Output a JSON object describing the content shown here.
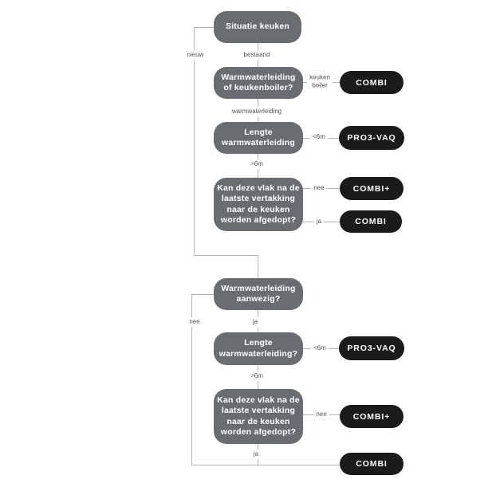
{
  "colors": {
    "box_fill": "#696d72",
    "pill_fill": "#1b1b1d",
    "line": "#b4b4b6",
    "edge_label_text": "#54545a",
    "box_text": "#ffffff",
    "background": "#ffffff"
  },
  "flowchart": {
    "boxes": [
      {
        "name": "situatie-keuken",
        "lines": [
          "Situatie keuken"
        ]
      },
      {
        "name": "warmwaterleiding-of-keukenboiler",
        "lines": [
          "Warmwaterleiding",
          "of keukenboiler?"
        ]
      },
      {
        "name": "lengte-warmwaterleiding-1",
        "lines": [
          "Lengte",
          "warmwaterleiding"
        ]
      },
      {
        "name": "kan-deze-vlak-afgedopt-1",
        "lines": [
          "Kan deze vlak na de",
          "laatste vertakking",
          "naar de keuken",
          "worden afgedopt?"
        ]
      },
      {
        "name": "warmwaterleiding-aanwezig",
        "lines": [
          "Warmwaterleiding",
          "aanwezig?"
        ]
      },
      {
        "name": "lengte-warmwaterleiding-2",
        "lines": [
          "Lengte",
          "warmwaterleiding?"
        ]
      },
      {
        "name": "kan-deze-vlak-afgedopt-2",
        "lines": [
          "Kan deze vlak na de",
          "laatste vertakking",
          "naar de keuken",
          "worden afgedopt?"
        ]
      }
    ],
    "pills": [
      {
        "name": "result-combi-1",
        "label": "COMBI"
      },
      {
        "name": "result-pro3vaq-1",
        "label": "PRO3-VAQ"
      },
      {
        "name": "result-combi-plus-1",
        "label": "COMBI+"
      },
      {
        "name": "result-combi-2",
        "label": "COMBI"
      },
      {
        "name": "result-pro3vaq-2",
        "label": "PRO3-VAQ"
      },
      {
        "name": "result-combi-plus-2",
        "label": "COMBI+"
      },
      {
        "name": "result-combi-3",
        "label": "COMBI"
      }
    ],
    "edge_labels": [
      {
        "name": "nieuw",
        "text": "nieuw"
      },
      {
        "name": "bestaand",
        "text": "bestaand"
      },
      {
        "name": "keuken-boiler",
        "lines": [
          "keuken",
          "boiler"
        ]
      },
      {
        "name": "warmwaterleiding",
        "text": "warmwaterleiding"
      },
      {
        "name": "lt6m-1",
        "text": "<6m"
      },
      {
        "name": "gt6m-1",
        "text": ">6m"
      },
      {
        "name": "nee-1",
        "text": "nee"
      },
      {
        "name": "ja-1",
        "text": "ja"
      },
      {
        "name": "nee-2",
        "text": "nee"
      },
      {
        "name": "ja-2",
        "text": "ja"
      },
      {
        "name": "lt6m-2",
        "text": "<6m"
      },
      {
        "name": "gt6m-2",
        "text": ">6m"
      },
      {
        "name": "nee-3",
        "text": "nee"
      },
      {
        "name": "ja-3",
        "text": "ja"
      }
    ]
  }
}
